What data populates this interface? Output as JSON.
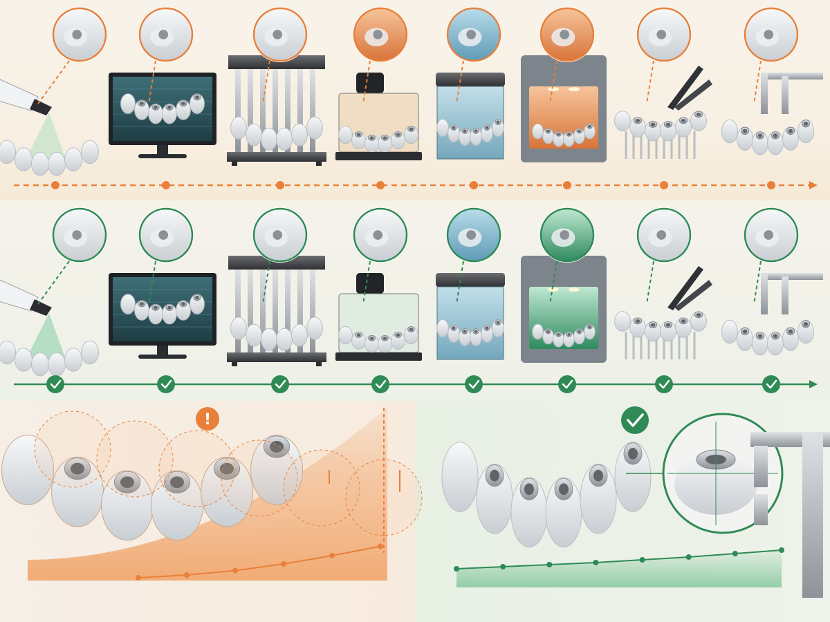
{
  "colors": {
    "flawed_accent": "#e8803a",
    "flawed_light": "#f4b583",
    "validated_accent": "#2f8a55",
    "validated_light": "#8ccaa3",
    "resin": "#e7e9eb",
    "metal": "#a9adb2",
    "screen": "#2e5a62",
    "water": "#8fbfd2"
  },
  "rows": [
    {
      "id": "flawed",
      "marker": "dot",
      "stages": [
        {
          "step": "intraoral-scan",
          "icon": "scanner-icon"
        },
        {
          "step": "digital-design",
          "icon": "monitor-icon"
        },
        {
          "step": "printing",
          "icon": "printer-icon"
        },
        {
          "step": "resin-tank",
          "icon": "resin-tank-icon"
        },
        {
          "step": "washing",
          "icon": "wash-tank-icon"
        },
        {
          "step": "uv-curing",
          "icon": "curing-chamber-icon"
        },
        {
          "step": "support-removal",
          "icon": "cutter-icon"
        },
        {
          "step": "caliper-check",
          "icon": "caliper-icon"
        }
      ]
    },
    {
      "id": "validated",
      "marker": "check",
      "stages": [
        {
          "step": "intraoral-scan",
          "icon": "scanner-icon"
        },
        {
          "step": "digital-design",
          "icon": "monitor-icon"
        },
        {
          "step": "printing",
          "icon": "printer-icon"
        },
        {
          "step": "resin-tank",
          "icon": "resin-tank-icon"
        },
        {
          "step": "washing",
          "icon": "wash-tank-icon"
        },
        {
          "step": "uv-curing",
          "icon": "curing-chamber-icon"
        },
        {
          "step": "support-removal",
          "icon": "cutter-icon"
        },
        {
          "step": "caliper-check",
          "icon": "caliper-icon"
        }
      ]
    }
  ],
  "outcomes": {
    "flawed": {
      "badge_text": "!",
      "badge_icon": "warning-icon",
      "trend": [
        0.05,
        0.1,
        0.18,
        0.3,
        0.45,
        0.62
      ]
    },
    "validated": {
      "badge_icon": "check-icon",
      "trend": [
        0.05,
        0.08,
        0.11,
        0.14,
        0.18,
        0.22,
        0.27,
        0.32
      ]
    }
  }
}
